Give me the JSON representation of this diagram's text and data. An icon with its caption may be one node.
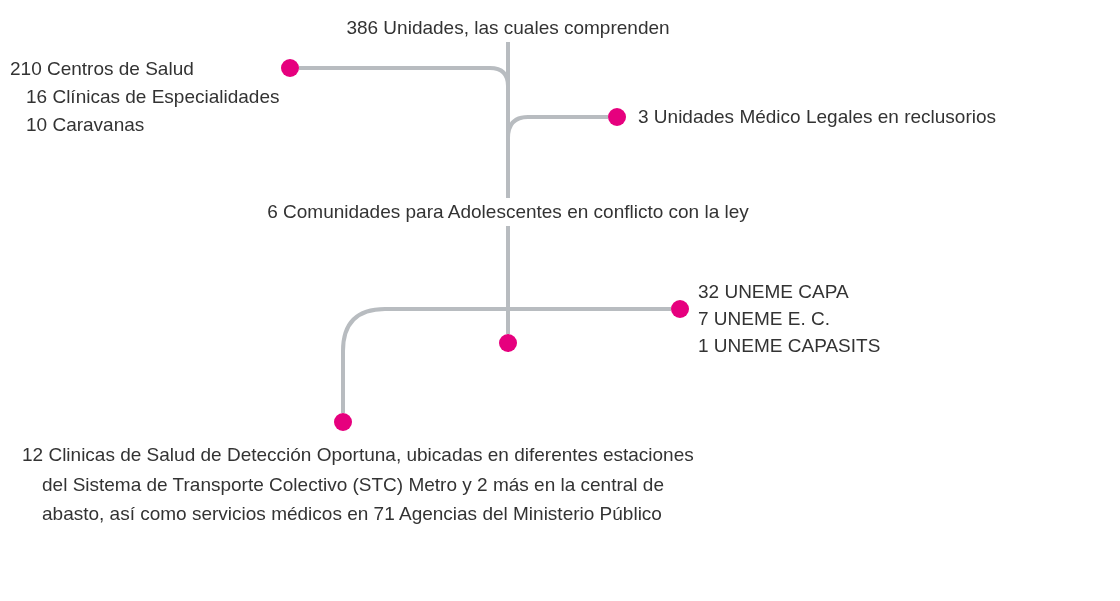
{
  "diagram": {
    "nodes": [
      {
        "text": [
          "386 Unidades, las cuales comprenden"
        ]
      },
      {
        "text": [],
        "shape": "circle",
        "beside": [
          "210 Centros de Salud",
          "16 Clínicas de Especialidades",
          "10 Caravanas"
        ]
      },
      {
        "text": [],
        "shape": "circle",
        "beside": [
          "3 Unidades Médico Legales en reclusorios"
        ]
      },
      {
        "text": [
          "6 Comunidades para Adolescentes en conflicto con la ley"
        ]
      },
      {
        "text": [],
        "shape": "circle",
        "beside": [
          "32 UNEME CAPA",
          "7 UNEME E. C.",
          "1 UNEME CAPASITS"
        ]
      },
      {
        "text": [],
        "shape": "circle"
      },
      {
        "text": [],
        "shape": "circle",
        "beside": [
          "12 Clinicas de Salud de Detección Oportuna, ubicadas en diferentes estaciones del Sistema de Transporte Colectivo (STC) Metro y 2 más en la central de abasto, así como servicios médicos en 71 Agencias del Ministerio Público"
        ]
      }
    ],
    "edges": [
      {
        "from": 0,
        "to": 1,
        "arrow": "none"
      },
      {
        "from": 0,
        "to": 2,
        "arrow": "none"
      },
      {
        "from": 0,
        "to": 3,
        "arrow": "none"
      },
      {
        "from": 3,
        "to": 4,
        "arrow": "none"
      },
      {
        "from": 3,
        "to": 5,
        "arrow": "none"
      },
      {
        "from": 3,
        "to": 6,
        "arrow": "none"
      }
    ]
  }
}
